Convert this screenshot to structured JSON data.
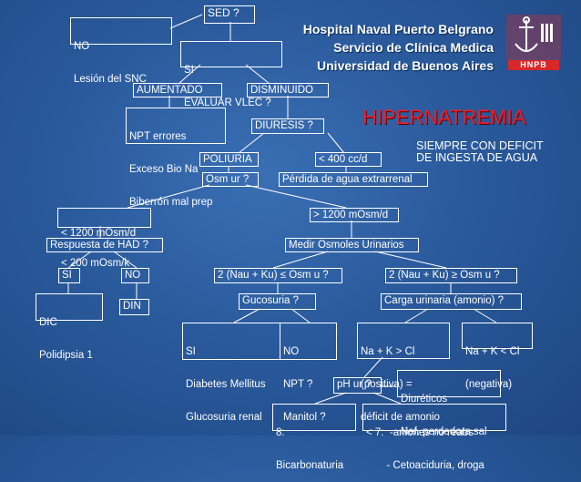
{
  "header": {
    "line1": "Hospital Naval Puerto Belgrano",
    "line2": "Servicio de Clínica Medica",
    "line3": "Universidad de Buenos Aires",
    "logo_text": "HNPB"
  },
  "title": "HIPERNATREMIA",
  "subtitle": {
    "line1": "SIEMPRE CON DEFICIT",
    "line2": "DE INGESTA DE AGUA"
  },
  "nodes": {
    "sed": "SED ?",
    "no_snc": [
      "NO",
      "Lesión del SNC"
    ],
    "si_vlec": [
      "SI",
      "EVALUAR VLEC ?"
    ],
    "aumentado": "AUMENTADO",
    "disminuido": "DISMINUIDO",
    "npt": [
      "NPT errores",
      "Exceso Bio Na",
      "Biberrón mal prep"
    ],
    "diuresis": "DIURESIS ?",
    "poliuria": "POLIURIA",
    "menos400": "< 400 cc/d",
    "osm_ur": "Osm ur ?",
    "perdida": "Pérdida de agua extrarrenal",
    "osm_low": [
      "< 1200 mOsm/d",
      "< 200 mOsm/k"
    ],
    "osm_high": "> 1200 mOsm/d",
    "had": "Respuesta de HAD ?",
    "medir": "Medir Osmoles Urinarios",
    "si": "SI",
    "no": "NO",
    "nau_le": "2 (Nau + Ku) ≤ Osm u ?",
    "nau_ge": "2 (Nau + Ku) ≥ Osm u ?",
    "dic": [
      "DIC",
      "Polidipsia 1"
    ],
    "din": "DIN",
    "glucosuria": "Gucosuria ?",
    "carga": "Carga urinaria (amonio) ?",
    "si_diab": [
      "SI",
      "Diabetes Mellitus",
      "Glucosuria renal"
    ],
    "no_npt": [
      "NO",
      "NPT ?",
      "Manitol ?"
    ],
    "nak_pos": [
      "Na + K > Cl",
      "(positiva) =",
      "déficit de amonio"
    ],
    "nak_neg": [
      "Na + K < Cl",
      "(negativa)"
    ],
    "ph": "pH ur ?",
    "diureticos": [
      "Diuréticos",
      "Nef. perdedora sal"
    ],
    "bicarb": [
      "8:",
      "Bicarbonaturia"
    ],
    "aniones": [
      "< 7:  -aniones no reabs",
      "       - Cetoaciduria, droga"
    ]
  }
}
